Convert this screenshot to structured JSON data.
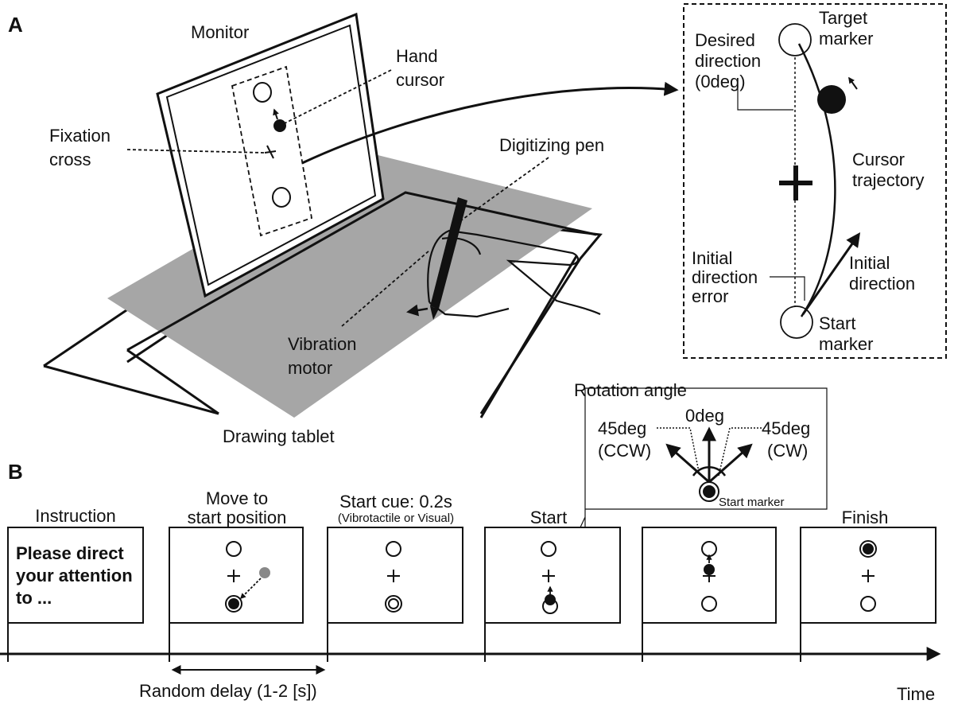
{
  "panel_a": {
    "letter": "A",
    "monitor": "Monitor",
    "hand_cursor": [
      "Hand",
      "cursor"
    ],
    "fixation_cross": [
      "Fixation",
      "cross"
    ],
    "digitizing_pen": "Digitizing pen",
    "vibration_motor": [
      "Vibration",
      "motor"
    ],
    "drawing_tablet": "Drawing tablet",
    "inset": {
      "target_marker": [
        "Target",
        "marker"
      ],
      "desired_direction": [
        "Desired",
        "direction",
        "(0deg)"
      ],
      "cursor_trajectory": [
        "Cursor",
        "trajectory"
      ],
      "initial_direction_error": [
        "Initial",
        "direction",
        "error"
      ],
      "initial_direction": [
        "Initial",
        "direction"
      ],
      "start_marker": [
        "Start",
        "marker"
      ]
    }
  },
  "panel_b": {
    "letter": "B",
    "rotation": {
      "title": "Rotation angle",
      "ccw_deg": "45deg",
      "ccw": "(CCW)",
      "zero": "0deg",
      "cw_deg": "45deg",
      "cw": "(CW)",
      "start_marker": "Start marker"
    },
    "stages": {
      "instruction": "Instruction",
      "instruction_text": [
        "Please direct",
        "your attention",
        "to ..."
      ],
      "move": [
        "Move to",
        "start position"
      ],
      "cue": "Start cue: 0.2s",
      "cue_note": "(Vibrotactile or Visual)",
      "start": "Start",
      "finish": "Finish"
    },
    "random_delay": "Random delay (1-2 [s])",
    "time": "Time"
  }
}
